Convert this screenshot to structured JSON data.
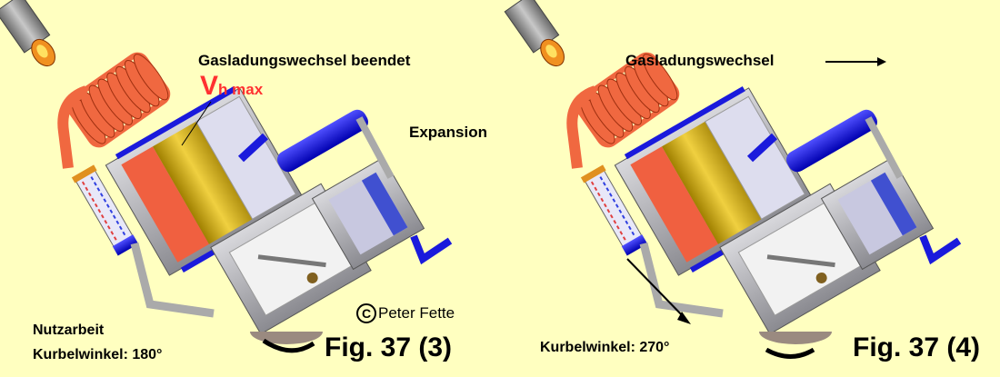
{
  "panels": [
    {
      "title": "Gasladungswechsel beendet",
      "volume_label_main": "V",
      "volume_label_sub": "h max",
      "phase_label": "Expansion",
      "work_label": "Nutzarbeit",
      "crank_angle": "Kurbelwinkel: 180°",
      "figure": "Fig. 37 (3)",
      "copyright": "Peter Fette",
      "copyright_symbol": "C"
    },
    {
      "title": "Gasladungswechsel",
      "crank_angle": "Kurbelwinkel: 270°",
      "figure": "Fig. 37 (4)"
    }
  ],
  "colors": {
    "background": "#ffffc0",
    "accent_red": "#ff3030",
    "pipe_blue": "#1a1adc",
    "coil_orange": "#f06840"
  }
}
